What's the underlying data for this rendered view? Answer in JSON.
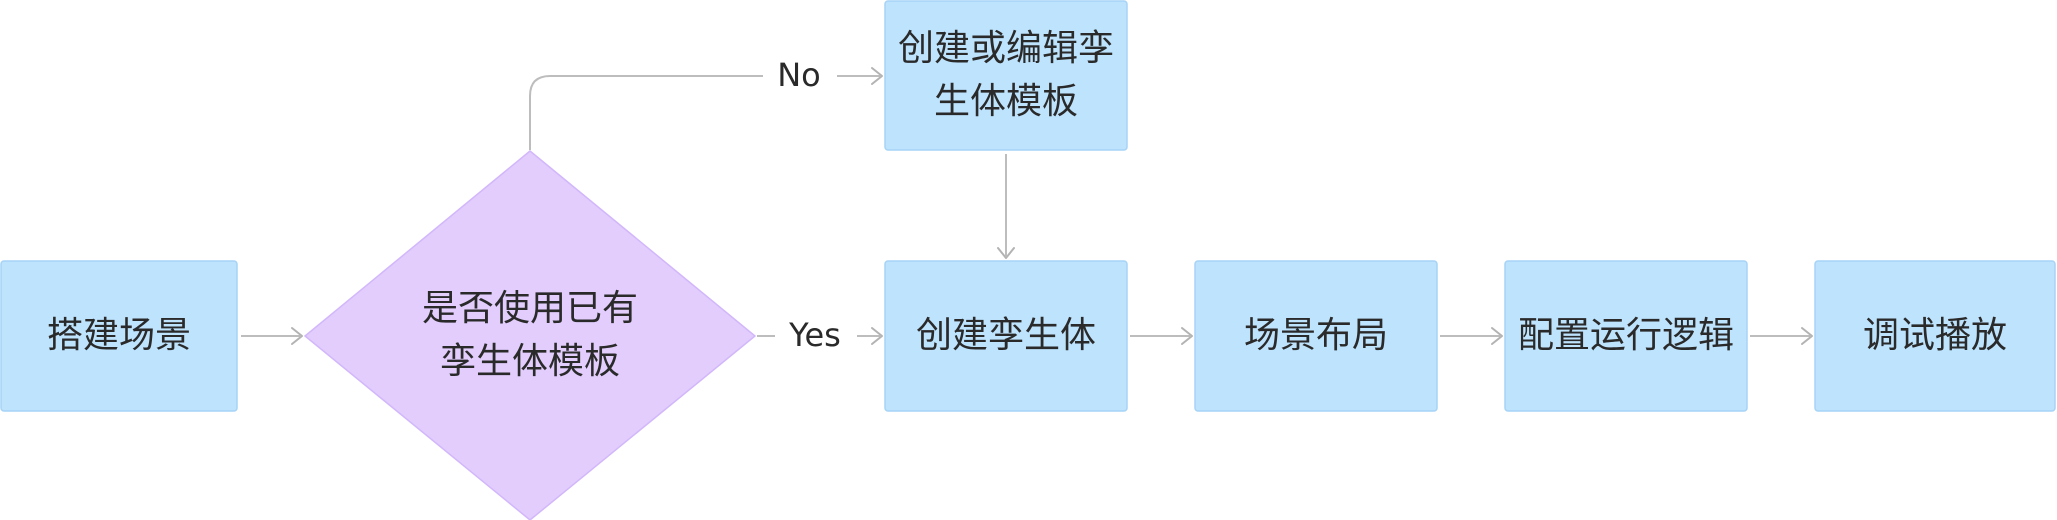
{
  "diagram": {
    "nodes": {
      "build_scene": {
        "lines": [
          "搭建场景"
        ]
      },
      "decision": {
        "lines": [
          "是否使用已有",
          "孪生体模板"
        ]
      },
      "create_template": {
        "lines": [
          "创建或编辑孪",
          "生体模板"
        ]
      },
      "create_twin": {
        "lines": [
          "创建孪生体"
        ]
      },
      "scene_layout": {
        "lines": [
          "场景布局"
        ]
      },
      "config_logic": {
        "lines": [
          "配置运行逻辑"
        ]
      },
      "debug_play": {
        "lines": [
          "调试播放"
        ]
      }
    },
    "edge_labels": {
      "no": "No",
      "yes": "Yes"
    },
    "colors": {
      "process_fill": "#bee3fd",
      "decision_fill": "#e2cdfd",
      "connector": "#bdbdbd",
      "text": "#2a2a2a"
    }
  }
}
